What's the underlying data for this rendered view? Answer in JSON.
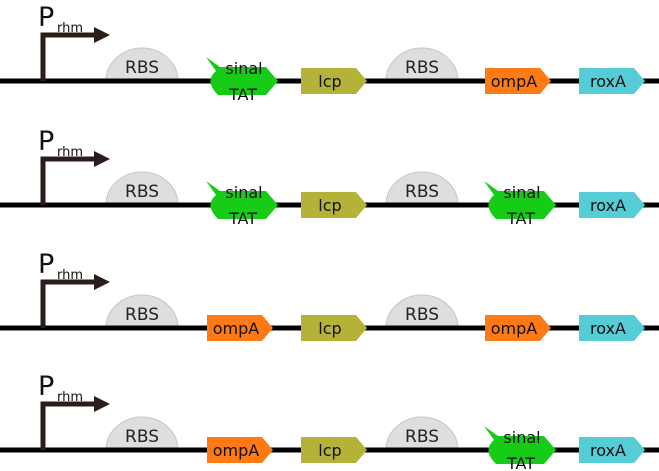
{
  "colors": {
    "backbone": "#000000",
    "promoter_arrow": "#2a1d1a",
    "rbs": "#dcdee0",
    "rbs_edge": "#c3c6c9",
    "sinal_tat": "#17cc17",
    "lcp": "#b5b23a",
    "ompA": "#ff7a14",
    "roxA": "#55ccd6"
  },
  "constructs": [
    {
      "promoter": {
        "main": "P",
        "sub": "rhm"
      },
      "parts": [
        {
          "type": "rbs",
          "label": "RBS"
        },
        {
          "type": "sinal_tat",
          "label_line1": "sinal",
          "label_line2": "TAT",
          "icon": "signal-peptide-icon"
        },
        {
          "type": "cds",
          "label": "lcp",
          "color_key": "lcp",
          "icon": "cds-arrow-icon"
        },
        {
          "type": "rbs",
          "label": "RBS"
        },
        {
          "type": "cds",
          "label": "ompA",
          "color_key": "ompA",
          "icon": "cds-arrow-icon"
        },
        {
          "type": "cds",
          "label": "roxA",
          "color_key": "roxA",
          "icon": "cds-arrow-icon"
        }
      ]
    },
    {
      "promoter": {
        "main": "P",
        "sub": "rhm"
      },
      "parts": [
        {
          "type": "rbs",
          "label": "RBS"
        },
        {
          "type": "sinal_tat",
          "label_line1": "sinal",
          "label_line2": "TAT",
          "icon": "signal-peptide-icon"
        },
        {
          "type": "cds",
          "label": "lcp",
          "color_key": "lcp",
          "icon": "cds-arrow-icon"
        },
        {
          "type": "rbs",
          "label": "RBS"
        },
        {
          "type": "sinal_tat",
          "label_line1": "sinal",
          "label_line2": "TAT",
          "icon": "signal-peptide-icon"
        },
        {
          "type": "cds",
          "label": "roxA",
          "color_key": "roxA",
          "icon": "cds-arrow-icon"
        }
      ]
    },
    {
      "promoter": {
        "main": "P",
        "sub": "rhm"
      },
      "parts": [
        {
          "type": "rbs",
          "label": "RBS"
        },
        {
          "type": "cds",
          "label": "ompA",
          "color_key": "ompA",
          "icon": "cds-arrow-icon"
        },
        {
          "type": "cds",
          "label": "lcp",
          "color_key": "lcp",
          "icon": "cds-arrow-icon"
        },
        {
          "type": "rbs",
          "label": "RBS"
        },
        {
          "type": "cds",
          "label": "ompA",
          "color_key": "ompA",
          "icon": "cds-arrow-icon"
        },
        {
          "type": "cds",
          "label": "roxA",
          "color_key": "roxA",
          "icon": "cds-arrow-icon"
        }
      ]
    },
    {
      "promoter": {
        "main": "P",
        "sub": "rhm"
      },
      "parts": [
        {
          "type": "rbs",
          "label": "RBS"
        },
        {
          "type": "cds",
          "label": "ompA",
          "color_key": "ompA",
          "icon": "cds-arrow-icon"
        },
        {
          "type": "cds",
          "label": "lcp",
          "color_key": "lcp",
          "icon": "cds-arrow-icon"
        },
        {
          "type": "rbs",
          "label": "RBS"
        },
        {
          "type": "sinal_tat",
          "label_line1": "sinal",
          "label_line2": "TAT",
          "icon": "signal-peptide-icon"
        },
        {
          "type": "cds",
          "label": "roxA",
          "color_key": "roxA",
          "icon": "cds-arrow-icon"
        }
      ]
    }
  ]
}
